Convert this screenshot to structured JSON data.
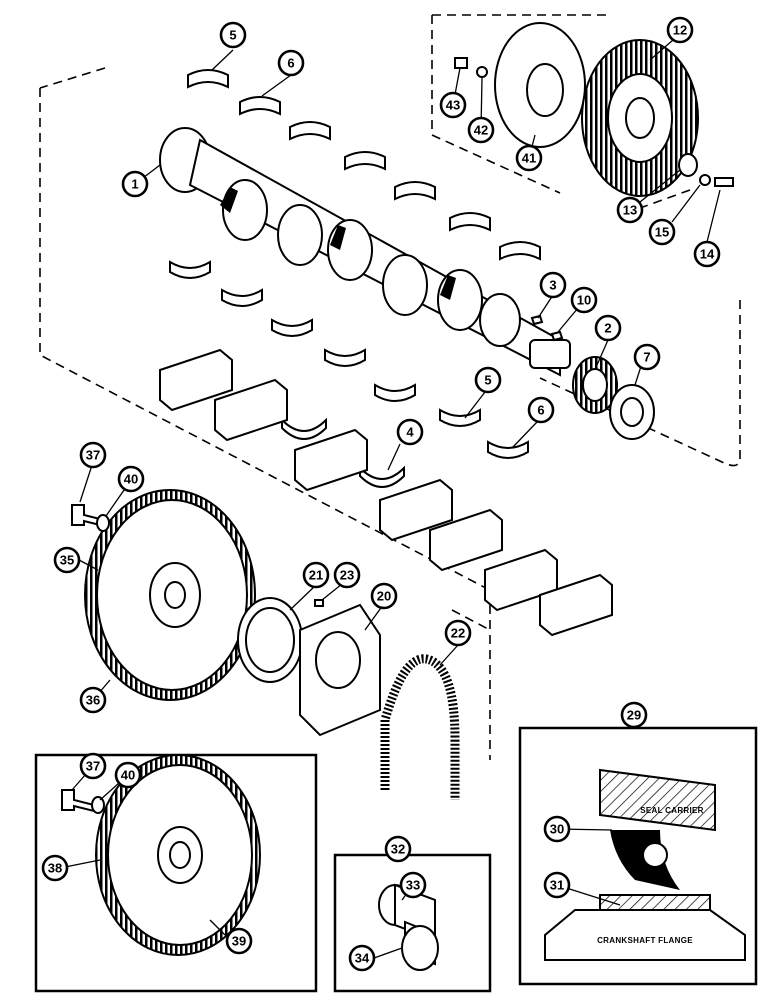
{
  "callouts": {
    "c1": "1",
    "c2": "2",
    "c3": "3",
    "c4": "4",
    "c5a": "5",
    "c5b": "5",
    "c6a": "6",
    "c6b": "6",
    "c7": "7",
    "c10": "10",
    "c12": "12",
    "c13": "13",
    "c14": "14",
    "c15": "15",
    "c20": "20",
    "c21": "21",
    "c22": "22",
    "c23": "23",
    "c29": "29",
    "c30": "30",
    "c31": "31",
    "c32": "32",
    "c33": "33",
    "c34": "34",
    "c35": "35",
    "c36": "36",
    "c37a": "37",
    "c37b": "37",
    "c38": "38",
    "c39": "39",
    "c40a": "40",
    "c40b": "40",
    "c41": "41",
    "c42": "42",
    "c43": "43"
  },
  "labels": {
    "seal_carrier": "SEAL CARRIER",
    "crankshaft_flange": "CRANKSHAFT FLANGE"
  }
}
